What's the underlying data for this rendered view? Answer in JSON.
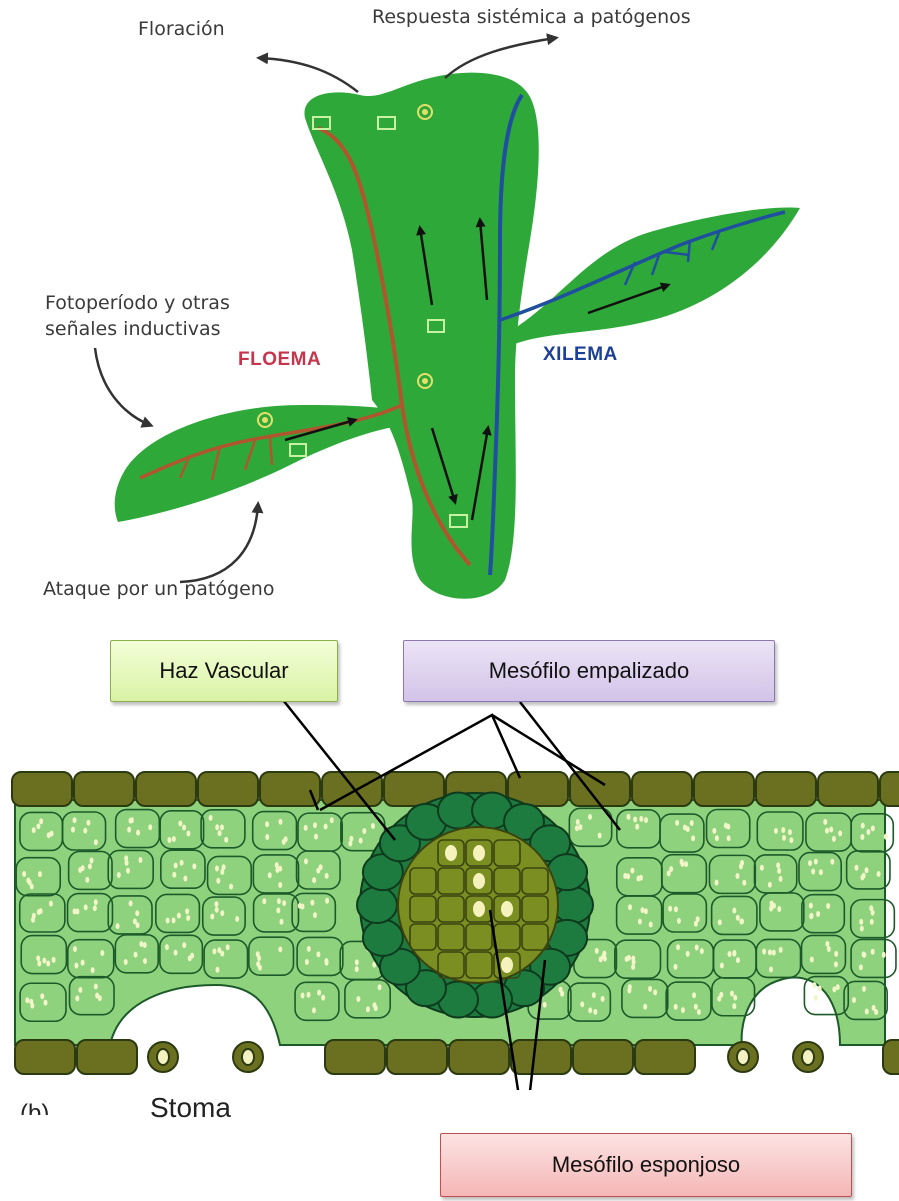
{
  "plant": {
    "floracion": "Floración",
    "respuesta": "Respuesta sistémica a  patógenos",
    "fotoperiodo_line1": "Fotoperíodo y otras",
    "fotoperiodo_line2": "señales inductivas",
    "ataque": "Ataque por un patógeno",
    "floema": "FLOEMA",
    "xilema": "XILEMA"
  },
  "leaf": {
    "stoma": "Stoma",
    "partial": "(b)"
  },
  "callouts": {
    "haz_vascular": "Haz Vascular",
    "mesofilo_empalizado": "Mesófilo empalizado",
    "mesofilo_esponjoso": "Mesófilo esponjoso"
  },
  "colors": {
    "plant_green": "#2fa83a",
    "phloem": "#b0562e",
    "xylem": "#1f4f9e",
    "epidermis": "#6b7020",
    "spongy": "#8fd27e",
    "bundle_sheath": "#1e7b3f",
    "vascular_core": "#7b8e22"
  }
}
